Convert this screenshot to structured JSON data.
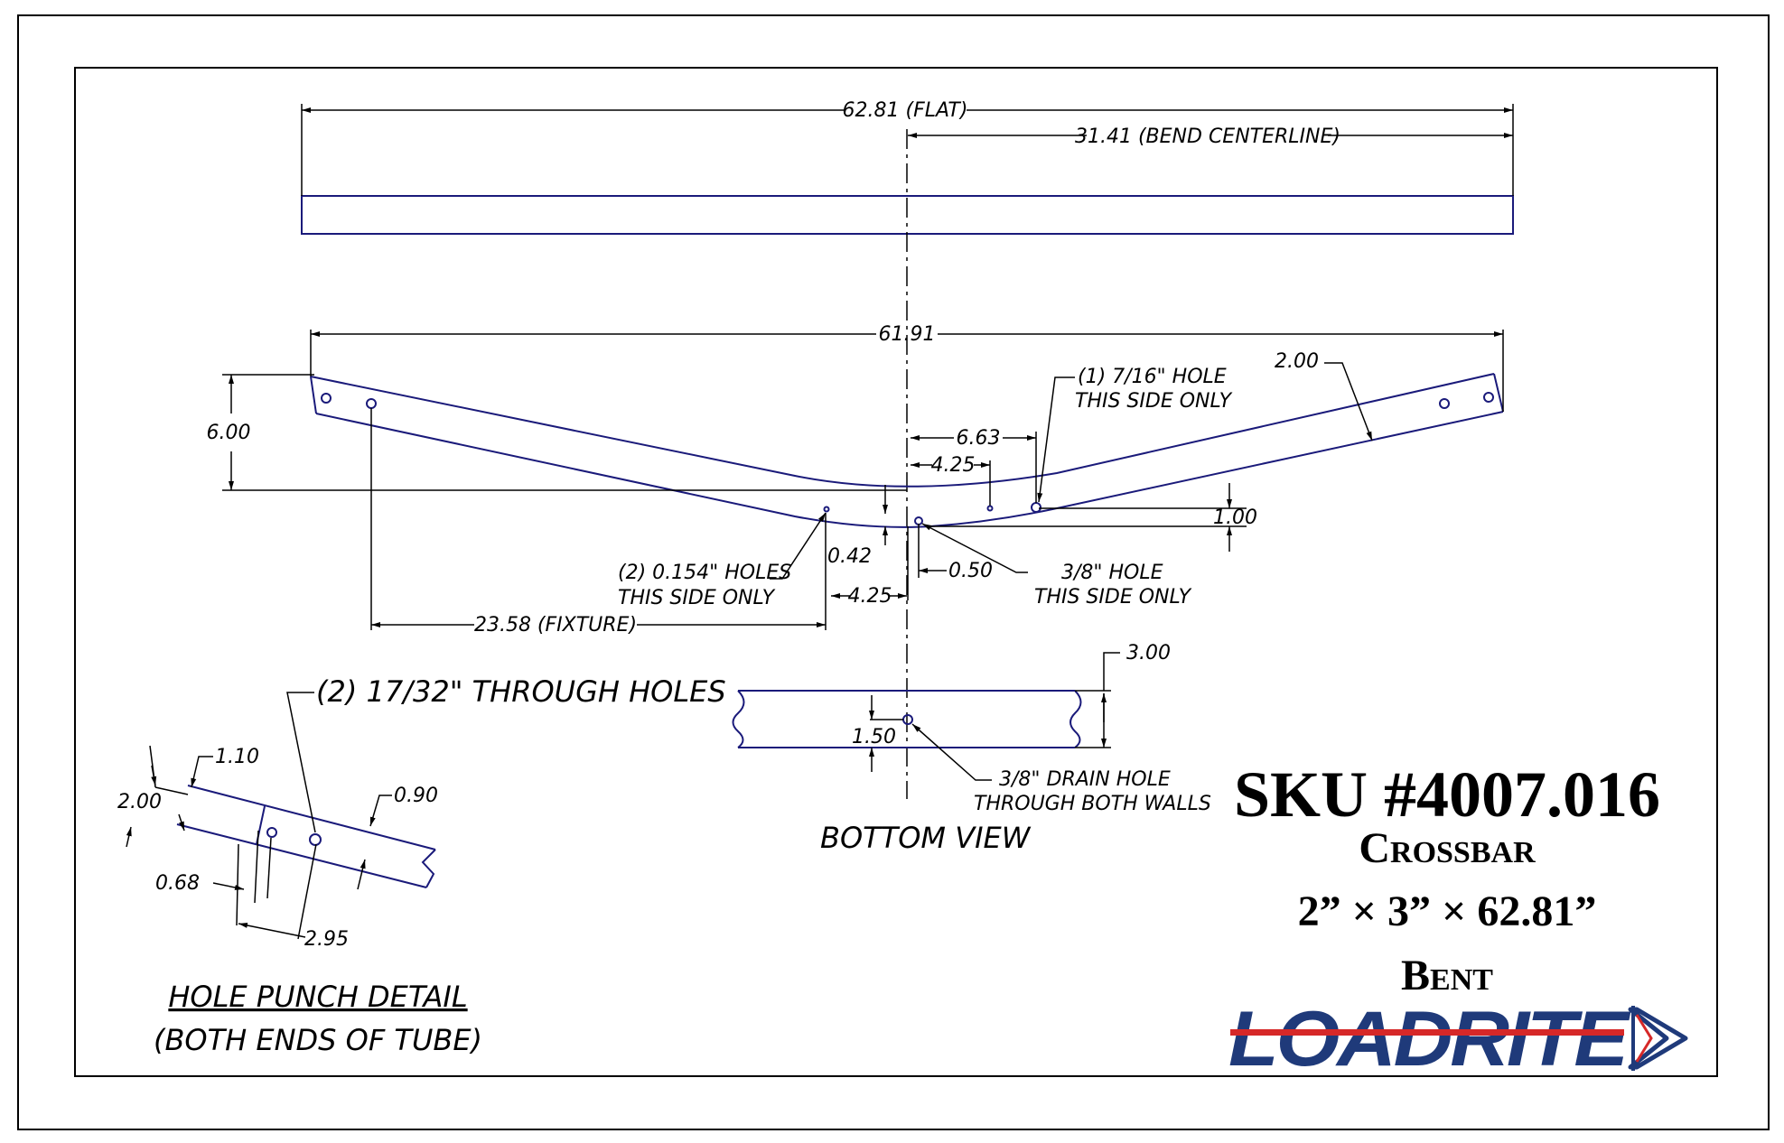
{
  "drawing": {
    "flat_length": "62.81 (FLAT)",
    "bend_centerline": "31.41 (BEND CENTERLINE)",
    "overall_bent": "61.91",
    "rise": "6.00",
    "tube_depth": "2.00",
    "dim_663": "6.63",
    "dim_425_top": "4.25",
    "dim_100": "1.00",
    "dim_042": "0.42",
    "dim_050": "0.50",
    "dim_425_bottom": "4.25",
    "fixture": "23.58 (FIXTURE)",
    "note_716_line1": "(1) 7/16\" HOLE",
    "note_716_line2": "THIS SIDE ONLY",
    "note_0154_line1": "(2) 0.154\" HOLES",
    "note_0154_line2": "THIS SIDE ONLY",
    "note_38_line1": "3/8\" HOLE",
    "note_38_line2": "THIS SIDE ONLY",
    "bottom_height": "3.00",
    "bottom_150": "1.50",
    "drain_line1": "3/8\" DRAIN HOLE",
    "drain_line2": "THROUGH BOTH WALLS",
    "bottom_view": "BOTTOM VIEW",
    "thru_holes": "(2) 17/32\" THROUGH HOLES",
    "hp_110": "1.10",
    "hp_200": "2.00",
    "hp_090": "0.90",
    "hp_068": "0.68",
    "hp_295": "2.95",
    "hp_title": "HOLE PUNCH DETAIL",
    "hp_subtitle": "(BOTH ENDS OF TUBE)"
  },
  "title_block": {
    "sku": "SKU #4007.016",
    "name": "Crossbar",
    "size": "2” × 3” × 62.81”",
    "type": "Bent"
  },
  "logo": {
    "text": "LOADRITE",
    "colors": {
      "blue": "#1f3a7a",
      "red": "#d62828"
    }
  },
  "colors": {
    "part_line": "#1a1a7a",
    "dimension_line": "#000000"
  }
}
